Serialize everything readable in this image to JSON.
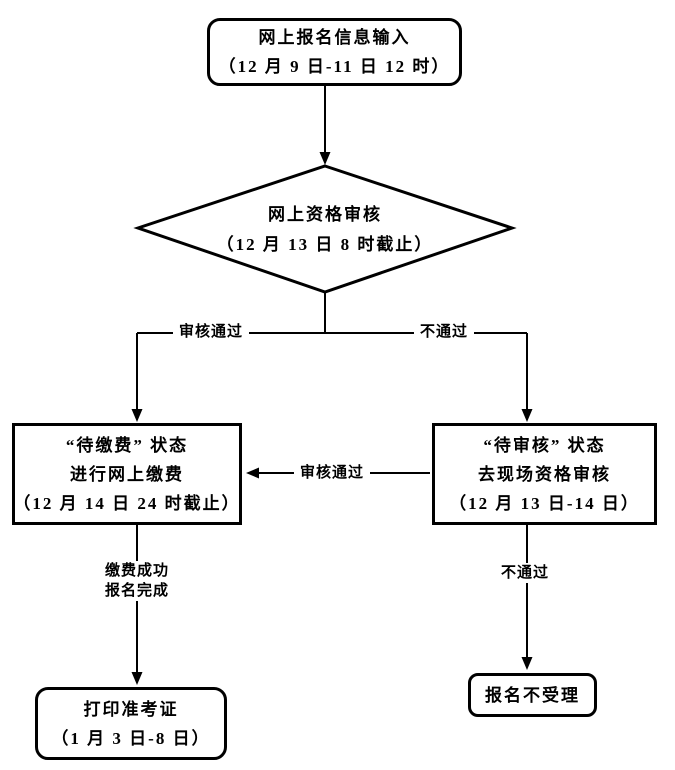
{
  "colors": {
    "line": "#000000",
    "background": "#ffffff",
    "text": "#000000"
  },
  "flowchart": {
    "nodes": {
      "input": {
        "shape": "rounded-rectangle",
        "lines": [
          "网上报名信息输入",
          "（12 月 9 日-11 日 12 时）"
        ]
      },
      "online_review": {
        "shape": "diamond",
        "lines": [
          "网上资格审核",
          "（12 月 13 日 8 时截止）"
        ]
      },
      "pending_payment": {
        "shape": "rectangle",
        "lines": [
          "“待缴费” 状态",
          "进行网上缴费",
          "（12 月 14 日 24 时截止）"
        ]
      },
      "pending_onsite": {
        "shape": "rectangle",
        "lines": [
          "“待审核” 状态",
          "去现场资格审核",
          "（12 月 13 日-14 日）"
        ]
      },
      "print_ticket": {
        "shape": "rounded-rectangle",
        "lines": [
          "打印准考证",
          "（1 月 3 日-8 日）"
        ]
      },
      "rejected": {
        "shape": "rounded-rectangle",
        "lines": [
          "报名不受理"
        ]
      }
    },
    "edge_labels": {
      "review_pass": "审核通过",
      "review_fail": "不通过",
      "onsite_pass": "审核通过",
      "payment_success": [
        "缴费成功",
        "报名完成"
      ],
      "onsite_fail": "不通过"
    }
  }
}
